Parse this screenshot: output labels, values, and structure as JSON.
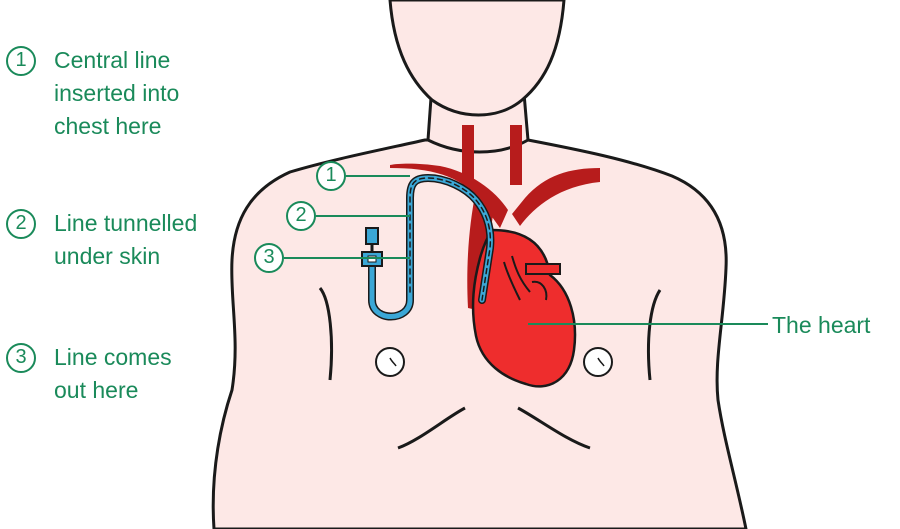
{
  "legend": [
    {
      "number": "1",
      "text_lines": [
        "Central line",
        "inserted into",
        "chest here"
      ]
    },
    {
      "number": "2",
      "text_lines": [
        "Line tunnelled",
        "under skin"
      ]
    },
    {
      "number": "3",
      "text_lines": [
        "Line comes",
        "out here"
      ]
    }
  ],
  "callouts": [
    "1",
    "2",
    "3"
  ],
  "heart_label": "The heart",
  "colors": {
    "skin": "#fde8e6",
    "outline": "#1a1a1a",
    "label_green": "#1a8a5a",
    "vessel_dark_red": "#b71c1c",
    "heart_red": "#ee2d2d",
    "line_blue": "#3ba7d6"
  }
}
